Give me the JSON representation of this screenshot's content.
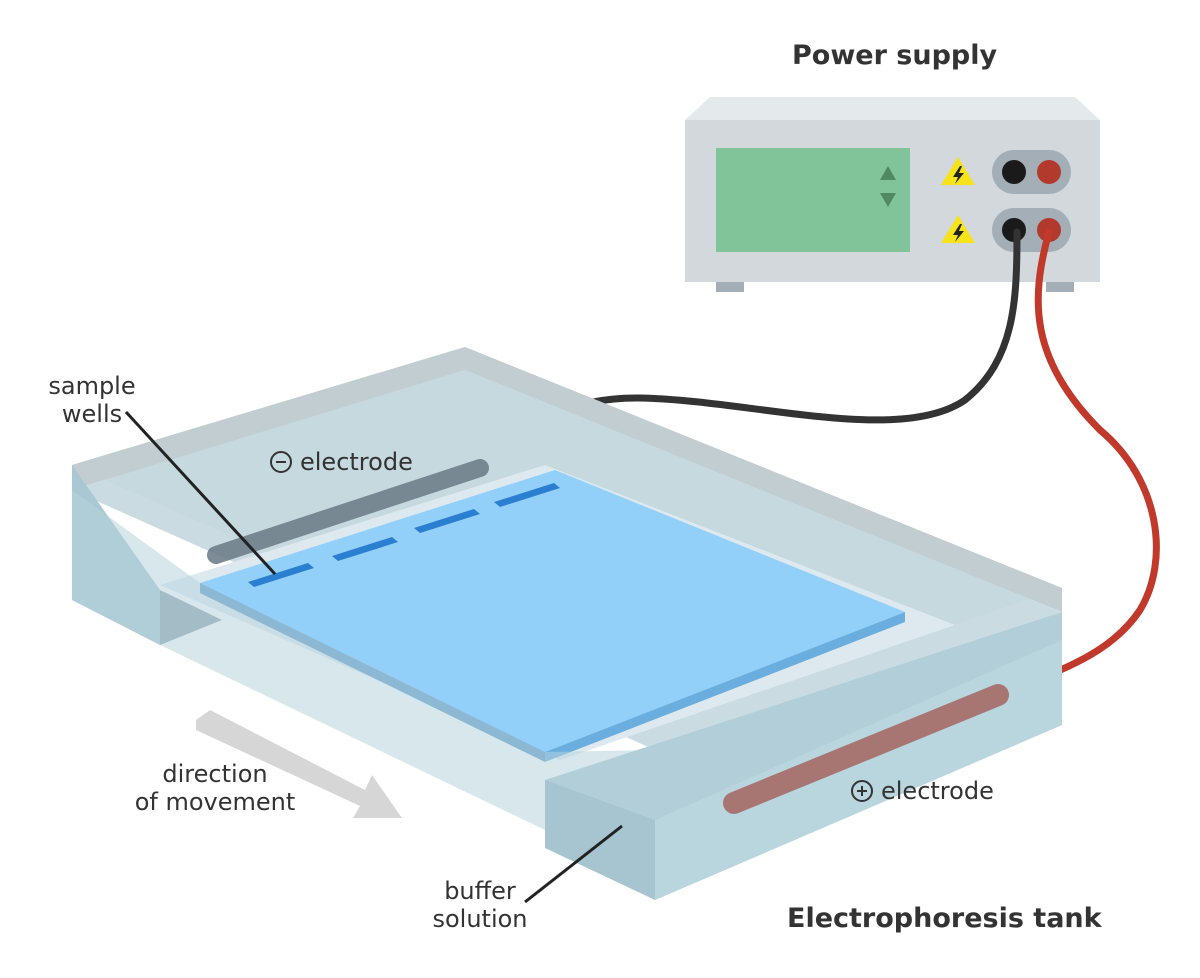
{
  "titles": {
    "power_supply": "Power supply",
    "tank": "Electrophoresis tank"
  },
  "labels": {
    "sample_wells_line1": "sample",
    "sample_wells_line2": "wells",
    "neg_electrode": "electrode",
    "pos_electrode": "electrode",
    "direction_line1": "direction",
    "direction_line2": "of movement",
    "buffer_line1": "buffer",
    "buffer_line2": "solution"
  },
  "colors": {
    "gel": "#92d0fa",
    "gel_edge": "#6aaee0",
    "buffer": "#b7d4dd",
    "tank_glass": "#cfd8dc",
    "screen": "#82c49a",
    "neg_wire": "#333333",
    "pos_wire": "#c0392b",
    "pos_electrode": "#a77672",
    "neg_electrode": "#6f808b",
    "warning": "#f7e31a"
  },
  "icons": [
    "warning-icon",
    "up-arrow-icon",
    "down-arrow-icon",
    "minus-circle-icon",
    "plus-circle-icon",
    "arrow-icon"
  ]
}
